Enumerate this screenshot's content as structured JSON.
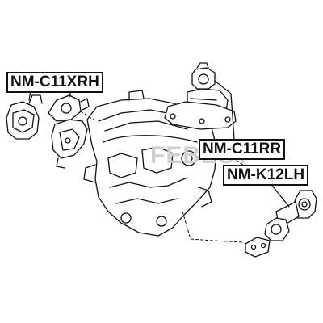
{
  "labels": {
    "rh": "NM-C11XRH",
    "rr": "NM-C11RR",
    "lh": "NM-K12LH"
  },
  "watermark": "FEBEST",
  "colors": {
    "outline": "#111111",
    "background": "#ffffff",
    "watermark": "#cfcfcf"
  }
}
